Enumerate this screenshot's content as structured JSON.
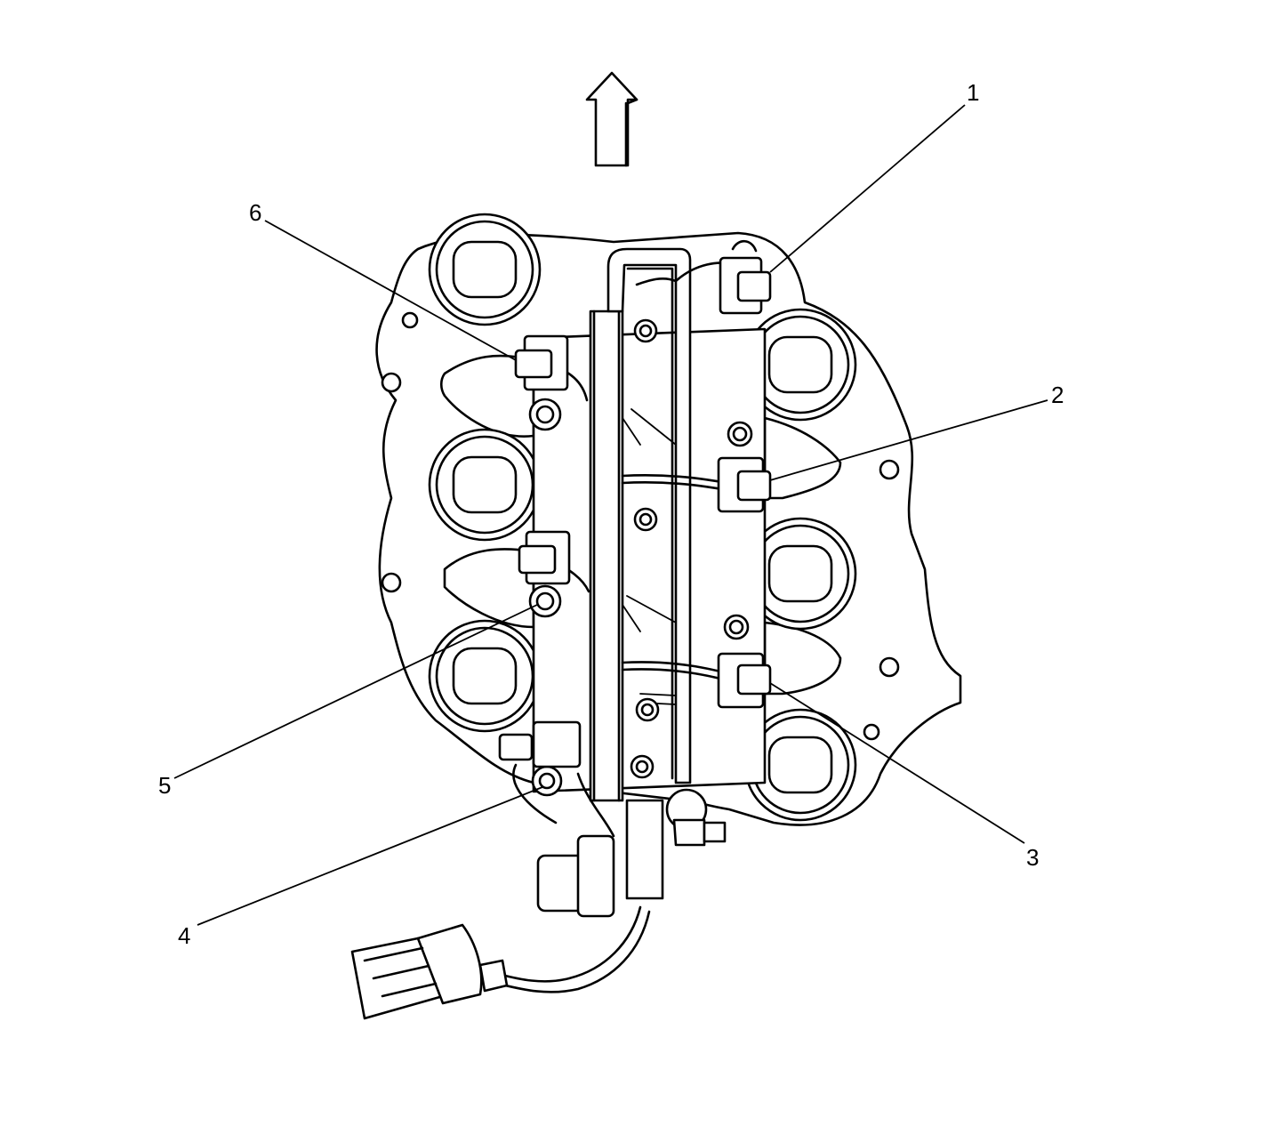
{
  "callouts": [
    {
      "id": "1",
      "label": "1"
    },
    {
      "id": "2",
      "label": "2"
    },
    {
      "id": "3",
      "label": "3"
    },
    {
      "id": "4",
      "label": "4"
    },
    {
      "id": "5",
      "label": "5"
    },
    {
      "id": "6",
      "label": "6"
    }
  ],
  "colors": {
    "line": "#000000",
    "background": "#ffffff"
  },
  "icons": {
    "direction": "up-arrow-icon"
  }
}
